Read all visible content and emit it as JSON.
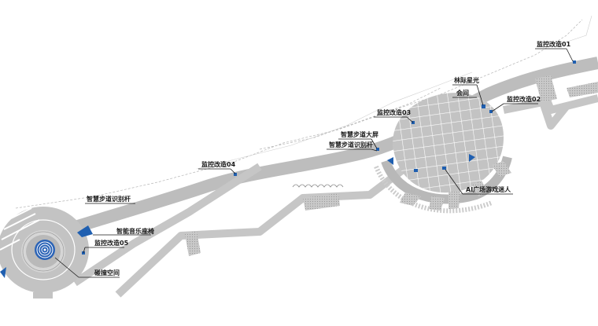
{
  "labels": {
    "cam01": "监控改造01",
    "cam02": "监控改造02",
    "cam03": "监控改造03",
    "cam04": "监控改造04",
    "cam05": "监控改造05",
    "star_light_1": "林际星光",
    "star_light_2": "会间",
    "smart_screen": "智慧步道大屏",
    "smart_recog_east": "智慧步道识别杆",
    "smart_recog_west": "智慧步道识别杆",
    "ai_robot": "AI广场游戏迷人",
    "music_bench": "智能音乐座椅",
    "meditation": "碰撞空间"
  },
  "colors": {
    "path": "#bdbdbd",
    "plaza": "#c7c7c7",
    "grid_line": "#ffffff",
    "device": "#1f5fb0",
    "text": "#1a1a1a"
  }
}
